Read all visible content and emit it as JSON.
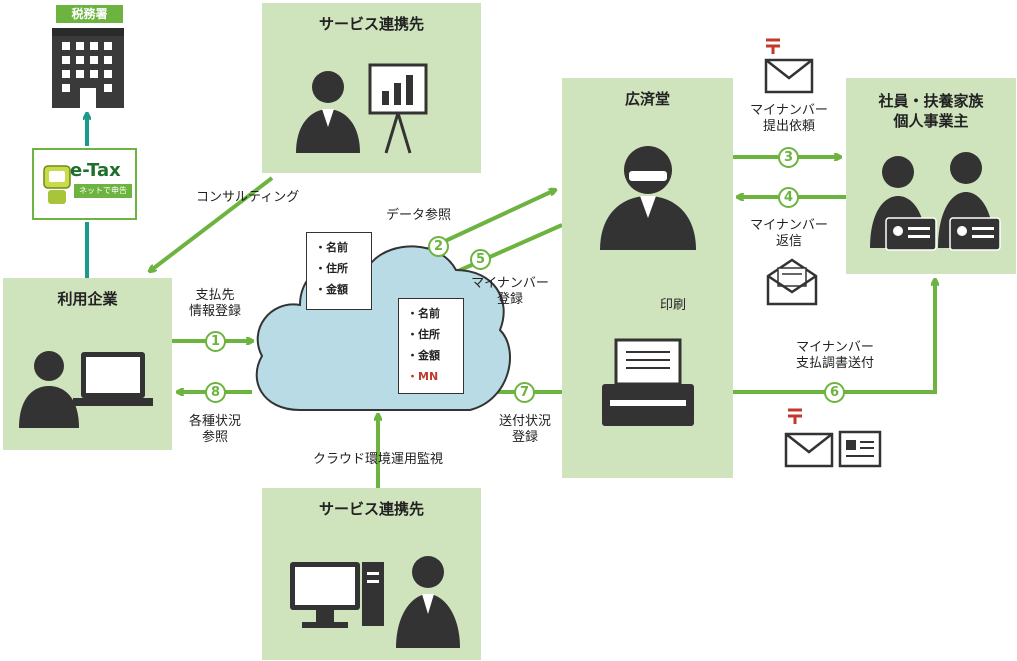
{
  "nodes": {
    "tax_office": "税務署",
    "etax_main": "e-Tax",
    "etax_sub": "ネットで申告",
    "service_top": "サービス連携先",
    "user_company": "利用企業",
    "service_bottom": "サービス連携先",
    "koseido": "広済堂",
    "employees_line1": "社員・扶養家族",
    "employees_line2": "個人事業主"
  },
  "documents": {
    "doc1": [
      "・名前",
      "・住所",
      "・金額"
    ],
    "doc2": [
      "・名前",
      "・住所",
      "・金額",
      "・MN"
    ]
  },
  "flows": {
    "consulting": "コンサルティング",
    "data_ref": "データ参照",
    "print": "印刷",
    "cloud_monitor": "クラウド環境運用監視",
    "step1_line1": "支払先",
    "step1_line2": "情報登録",
    "step2_line1": "",
    "step5_line1": "マイナンバー",
    "step5_line2": "登録",
    "step8_line1": "各種状況",
    "step8_line2": "参照",
    "step7_line1": "送付状況",
    "step7_line2": "登録",
    "step3_line1": "マイナンバー",
    "step3_line2": "提出依頼",
    "step4_line1": "マイナンバー",
    "step4_line2": "返信",
    "step6_line1": "マイナンバー",
    "step6_line2": "支払調書送付"
  },
  "steps": [
    "1",
    "2",
    "3",
    "4",
    "5",
    "6",
    "7",
    "8"
  ],
  "colors": {
    "box": "#cfe3bd",
    "accent": "#6cb33f",
    "teal": "#1a9a8a",
    "gray": "#8a8a8a",
    "red": "#c0392b"
  },
  "icons": {
    "building": "building-icon",
    "presenter": "presenter-icon",
    "laptop_user": "laptop-user-icon",
    "cloud": "cloud-icon",
    "businessman": "businessman-icon",
    "printer": "printer-icon",
    "envelope": "envelope-icon",
    "postal": "postal-mark-icon",
    "id_card": "id-card-icon",
    "desktop": "desktop-computer-icon"
  }
}
